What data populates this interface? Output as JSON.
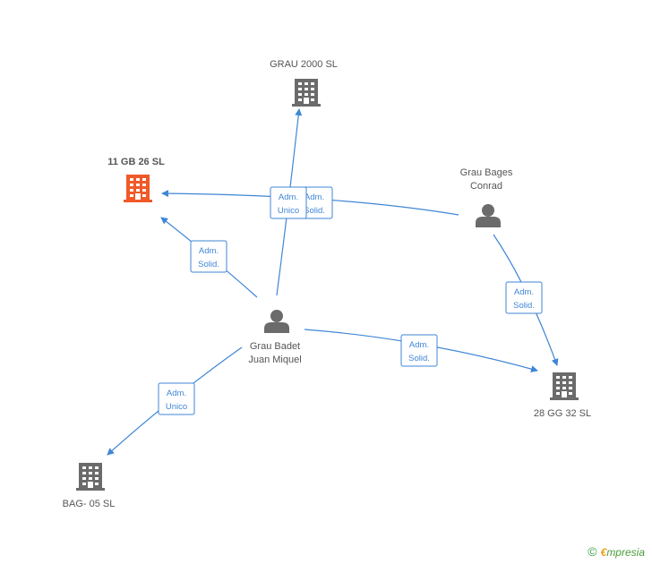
{
  "nodes": {
    "grau2000": {
      "type": "company",
      "label": "GRAU 2000 SL",
      "color": "#6b6b6b"
    },
    "gb26": {
      "type": "company",
      "label": "11 GB 26 SL",
      "color": "#f05a28",
      "highlight": true
    },
    "grauBages": {
      "type": "person",
      "label1": "Grau Bages",
      "label2": "Conrad",
      "color": "#6b6b6b"
    },
    "grauBadet": {
      "type": "person",
      "label1": "Grau Badet",
      "label2": "Juan Miquel",
      "color": "#6b6b6b"
    },
    "gg32": {
      "type": "company",
      "label": "28 GG 32 SL",
      "color": "#6b6b6b"
    },
    "bag05": {
      "type": "company",
      "label": "BAG- 05 SL",
      "color": "#6b6b6b"
    }
  },
  "edges": [
    {
      "id": "badet-grau2000",
      "line1": "Adm.",
      "line2": "Unico"
    },
    {
      "id": "bages-gb26",
      "line1": "Adm.",
      "line2": "Solid."
    },
    {
      "id": "badet-gb26",
      "line1": "Adm.",
      "line2": "Solid."
    },
    {
      "id": "bages-gg32",
      "line1": "Adm.",
      "line2": "Solid."
    },
    {
      "id": "badet-gg32",
      "line1": "Adm.",
      "line2": "Solid."
    },
    {
      "id": "badet-bag05",
      "line1": "Adm.",
      "line2": "Unico"
    }
  ],
  "footer": {
    "copyright": "©",
    "brand_first": "€",
    "brand_rest": "mpresia"
  },
  "colors": {
    "edge": "#3f86d6",
    "building": "#6b6b6b",
    "building_highlight": "#f05a28",
    "person": "#6b6b6b"
  }
}
